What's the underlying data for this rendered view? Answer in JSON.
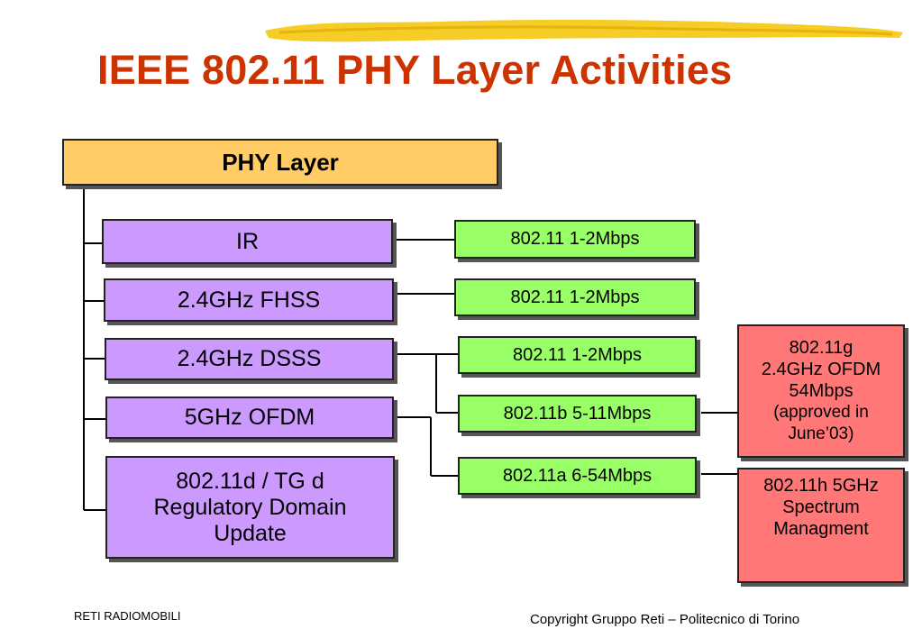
{
  "title": "IEEE 802.11 PHY Layer Activities",
  "header_box": "PHY Layer",
  "phy_options": [
    "IR",
    "2.4GHz FHSS",
    "2.4GHz DSSS",
    "5GHz OFDM",
    "802.11d / TG d\nRegulatory Domain\nUpdate"
  ],
  "standards": [
    "802.11 1-2Mbps",
    "802.11 1-2Mbps",
    "802.11 1-2Mbps",
    "802.11b 5-11Mbps",
    "802.11a 6-54Mbps"
  ],
  "extensions": {
    "g_line1": "802.11g",
    "g_line2": "2.4GHz OFDM",
    "g_line3": "54Mbps",
    "g_note": "(approved in June’03)",
    "h_text": "802.11h 5GHz Spectrum Managment"
  },
  "footer": {
    "left": "RETI RADIOMOBILI",
    "right": "Copyright Gruppo Reti – Politecnico di Torino"
  },
  "colors": {
    "title": "#cc3300",
    "header_fill": "#ffcc66",
    "phy_fill": "#cc99ff",
    "standard_fill": "#99ff66",
    "extension_fill": "#ff7777",
    "brush": "#f5c300"
  }
}
